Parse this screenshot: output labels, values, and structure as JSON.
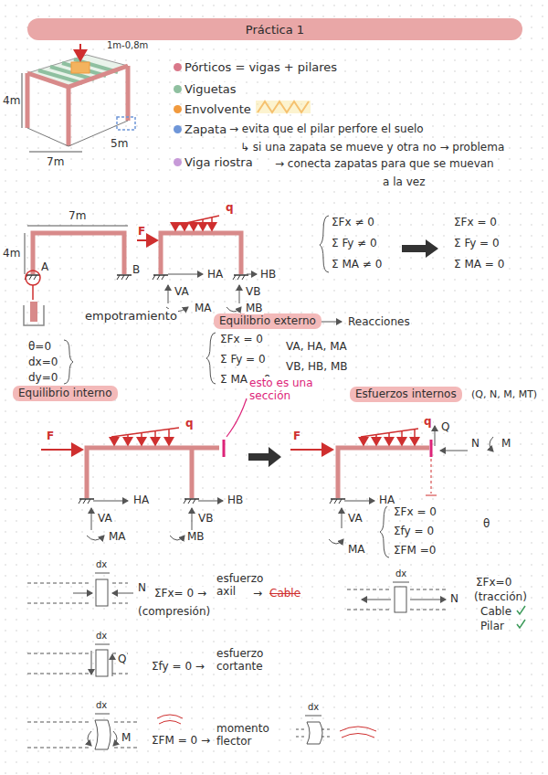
{
  "diagram": {
    "title": "Práctica 1",
    "nodes": [
      {
        "text": [
          "Equilibrio externo"
        ]
      },
      {
        "text": [
          "Equilibrio interno"
        ]
      },
      {
        "text": [
          "Esfuerzos internos"
        ]
      }
    ],
    "labels": [
      "1m-0,8m",
      "4m",
      "7m",
      "5m",
      "→ evita que el pilar perfore el suelo",
      "↳ si una zapata se mueve y otra no → problema",
      "→ conecta zapatas para que se muevan",
      "a la vez",
      "7m",
      "4m",
      "A",
      "B",
      "empotramiento",
      "θ=0",
      "dx=0",
      "dy=0",
      "F",
      "q",
      "HA",
      "HB",
      "VA",
      "VB",
      "MA",
      "MB",
      "ΣFx ≠ 0",
      "Σ Fy ≠ 0",
      "Σ MA ≠ 0",
      "ΣFx = 0",
      "Σ Fy = 0",
      "Σ MA = 0",
      "Reacciones",
      "ΣFx = 0",
      "Σ Fy = 0",
      "Σ MA = 0",
      "VA, HA, MA",
      "VB, HB, MB",
      "esto es una sección",
      "F",
      "q",
      "HA",
      "HB",
      "VA",
      "VB",
      "MA",
      "MB",
      "(Q, N, M, MT)",
      "F",
      "q",
      "Q",
      "N",
      "M",
      "HA",
      "VA",
      "MA",
      "ΣFx = 0",
      "Σfy = 0",
      "ΣFM =0",
      "θ",
      "dx",
      "N",
      "ΣFx= 0 →",
      "esfuerzo axil",
      "→",
      "Cable",
      "(compresión)",
      "dx",
      "N",
      "ΣFx=0",
      "(tracción)",
      "Cable",
      "Pilar",
      "dx",
      "Q",
      "Σfy = 0 →",
      "esfuerzo cortante",
      "dx",
      "M",
      "ΣFM = 0 →",
      "momento flector",
      "dx"
    ],
    "legend": [
      {
        "text": "Pórticos = vigas + pilares",
        "color": "#d9788a"
      },
      {
        "text": "Viguetas",
        "color": "#8fc0a0"
      },
      {
        "text": "Envolvente",
        "color": "#f19a3e"
      },
      {
        "text": "Zapata",
        "color": "#6f96d8"
      },
      {
        "text": "Viga riostra",
        "color": "#c79ad8"
      }
    ]
  }
}
